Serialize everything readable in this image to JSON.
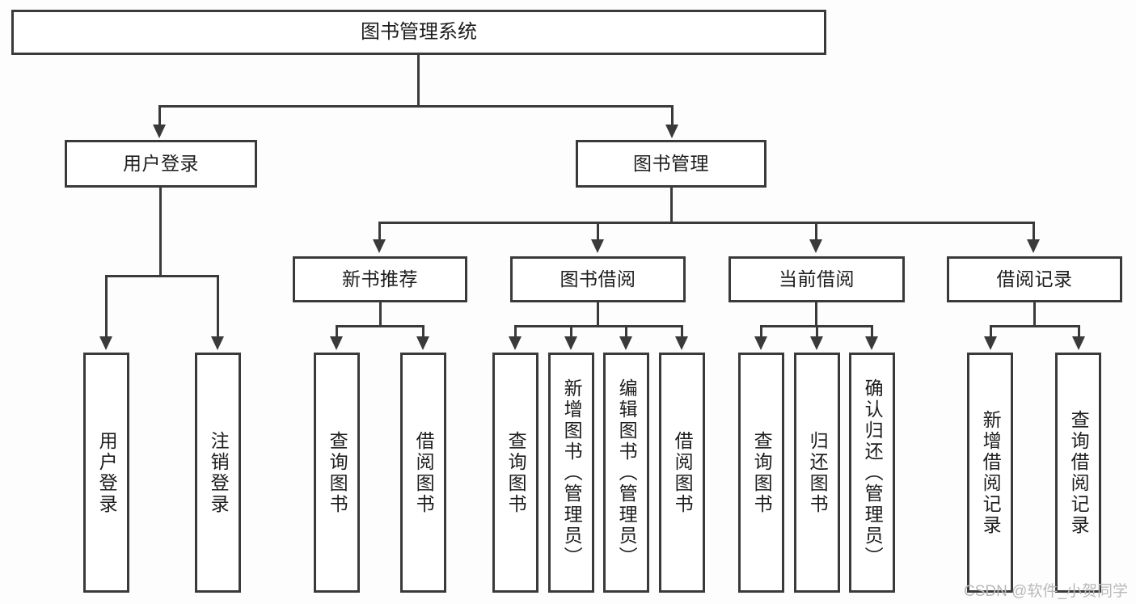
{
  "chart_data": {
    "type": "diagram",
    "title": "图书管理系统",
    "diagram_kind": "hierarchy-tree",
    "orientation": "top-down",
    "levels": 4,
    "node_count": 18
  },
  "diagram": {
    "root": {
      "label": "图书管理系统"
    },
    "level2": [
      {
        "label": "用户登录"
      },
      {
        "label": "图书管理"
      }
    ],
    "level3": [
      {
        "label": "新书推荐"
      },
      {
        "label": "图书借阅"
      },
      {
        "label": "当前借阅"
      },
      {
        "label": "借阅记录"
      }
    ],
    "leaves": {
      "user_login": [
        {
          "label": "用户登录"
        },
        {
          "label": "注销登录"
        }
      ],
      "new_book_recommend": [
        {
          "label": "查询图书"
        },
        {
          "label": "借阅图书"
        }
      ],
      "book_borrow": [
        {
          "label": "查询图书"
        },
        {
          "label": "新增图书（管理员）"
        },
        {
          "label": "编辑图书（管理员）"
        },
        {
          "label": "借阅图书"
        }
      ],
      "current_borrow": [
        {
          "label": "查询图书"
        },
        {
          "label": "归还图书"
        },
        {
          "label": "确认归还（管理员）"
        }
      ],
      "borrow_record": [
        {
          "label": "新增借阅记录"
        },
        {
          "label": "查询借阅记录"
        }
      ]
    }
  },
  "watermark": {
    "text": "CSDN @软件_小贺同学"
  },
  "colors": {
    "border": "#3a3a3a",
    "box_fill": "#ffffff",
    "text": "#1d1d1d",
    "background": "#fdfdfd",
    "watermark": "#b9b9b9"
  }
}
